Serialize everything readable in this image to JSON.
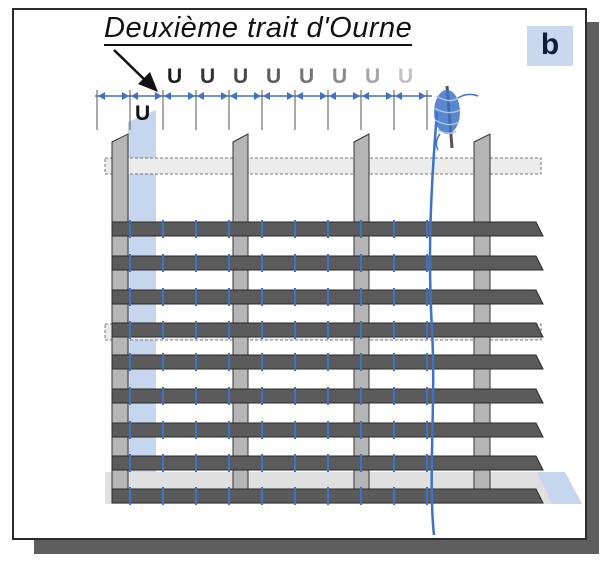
{
  "figure": {
    "title": "Deuxième trait d'Ourne",
    "panel_label": "b",
    "letters": [
      "U",
      "U",
      "U",
      "U",
      "U",
      "U",
      "U",
      "U"
    ],
    "letter_colors": [
      "#1e1e1e",
      "#333333",
      "#4a4a4a",
      "#5e5e5e",
      "#747474",
      "#8a8a8a",
      "#a6a6a6",
      "#c2c2c2"
    ],
    "lead_letter": "U",
    "colors": {
      "thread_blue": "#3d72c4",
      "highlight_blue": "#c5d6ee",
      "dark_bar": "#5b5b5b",
      "post_gray": "#b5b5b5",
      "frame_shadow": "#5e5e5e"
    }
  }
}
